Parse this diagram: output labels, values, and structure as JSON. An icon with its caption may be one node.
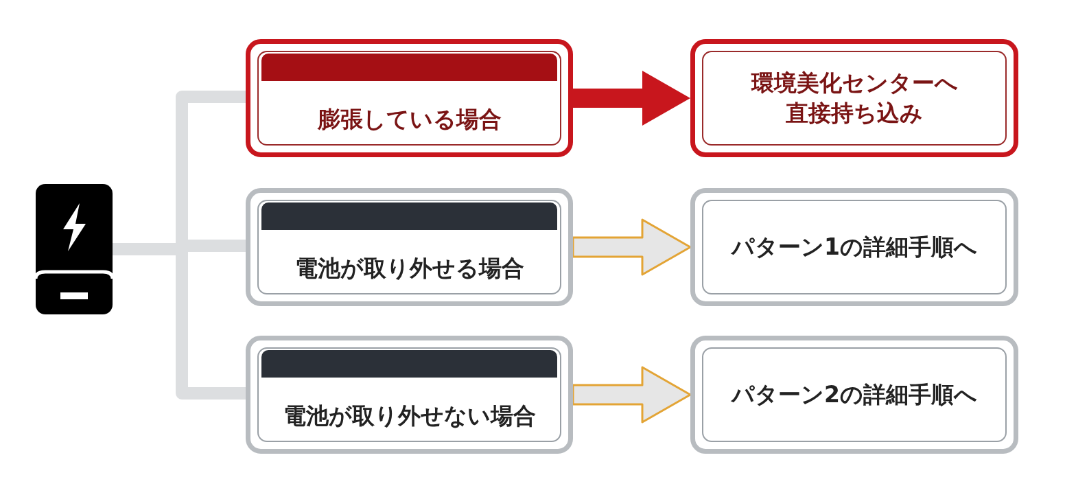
{
  "diagram": {
    "nodes": [
      {
        "text": [],
        "shape": "battery"
      },
      {
        "text": [
          "膨張している場合"
        ]
      },
      {
        "text": [
          "環境美化センターへ直接持ち込み"
        ]
      },
      {
        "text": [
          "電池が取り外せる場合"
        ]
      },
      {
        "text": [
          "パターン1の詳細手順へ"
        ]
      },
      {
        "text": [
          "電池が取り外せない場合"
        ]
      },
      {
        "text": [
          "パターン2の詳細手順へ"
        ]
      }
    ],
    "edges": [
      {
        "from": 0,
        "to": 1,
        "arrow": "none"
      },
      {
        "from": 0,
        "to": 3,
        "arrow": "none"
      },
      {
        "from": 0,
        "to": 5,
        "arrow": "none"
      },
      {
        "from": 1,
        "to": 2,
        "arrow": "to",
        "color": "#c8161d"
      },
      {
        "from": 3,
        "to": 4,
        "arrow": "to"
      },
      {
        "from": 5,
        "to": 6,
        "arrow": "to"
      }
    ]
  }
}
